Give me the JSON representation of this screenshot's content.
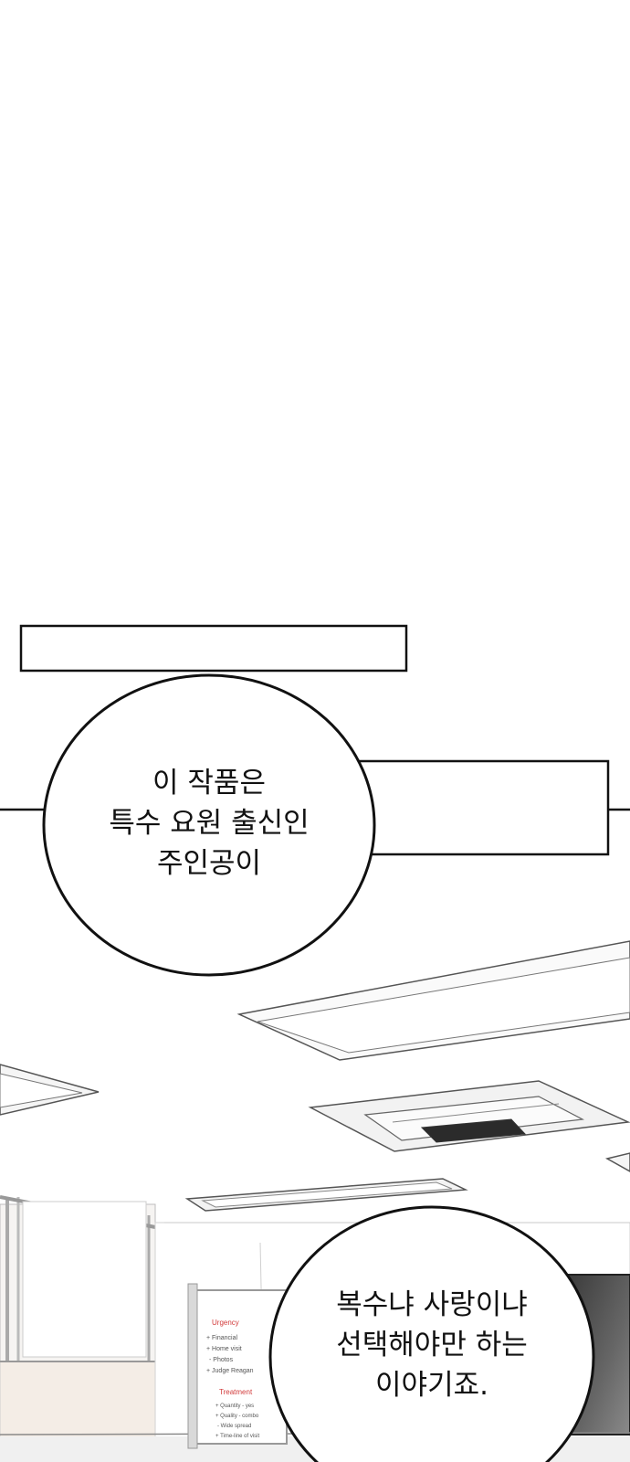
{
  "panel": {
    "bubble_1_lines": [
      "이 작품은",
      "특수 요원 출신인",
      "주인공이"
    ],
    "bubble_2_lines": [
      "복수냐 사랑이냐",
      "선택해야만 하는",
      "이야기죠."
    ],
    "whiteboard_notes_1": [
      "Urgency",
      "+ Financial",
      "+ Home visit",
      "- Photos",
      "+ Judge Reagan"
    ],
    "whiteboard_notes_2": [
      "Treatment",
      "+ Quantity - yes",
      "+ Quality - combo",
      "- Wide spread",
      "+ Time-line of visit"
    ]
  }
}
